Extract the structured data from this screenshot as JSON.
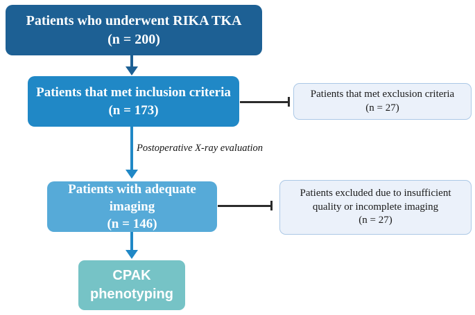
{
  "diagram": {
    "nodes": {
      "rika": {
        "line1": "Patients who underwent RIKA TKA",
        "line2": "(n = 200)"
      },
      "inclusion": {
        "line1": "Patients that met inclusion criteria",
        "line2": "(n = 173)"
      },
      "exclusion": {
        "line1": "Patients that met exclusion criteria",
        "line2": "(n = 27)"
      },
      "imaging": {
        "line1": "Patients with adequate",
        "line2": "imaging",
        "line3": "(n = 146)"
      },
      "excluded_imaging": {
        "line1": "Patients excluded due to insufficient",
        "line2": "quality or incomplete imaging",
        "line3": "(n = 27)"
      },
      "cpak": {
        "line1": "CPAK",
        "line2": "phenotyping"
      }
    },
    "edge_labels": {
      "xray": "Postoperative X-ray evaluation"
    },
    "colors": {
      "node_rika": "#1d6094",
      "node_inclusion": "#2088c6",
      "node_imaging": "#56aad8",
      "node_cpak": "#76c3c6",
      "side_box_fill": "#ebf1fa",
      "side_box_border": "#abc8e6",
      "connector_black": "#2b2b2b",
      "arrow_dark_blue": "#1d6094",
      "arrow_blue": "#2088c6"
    }
  }
}
